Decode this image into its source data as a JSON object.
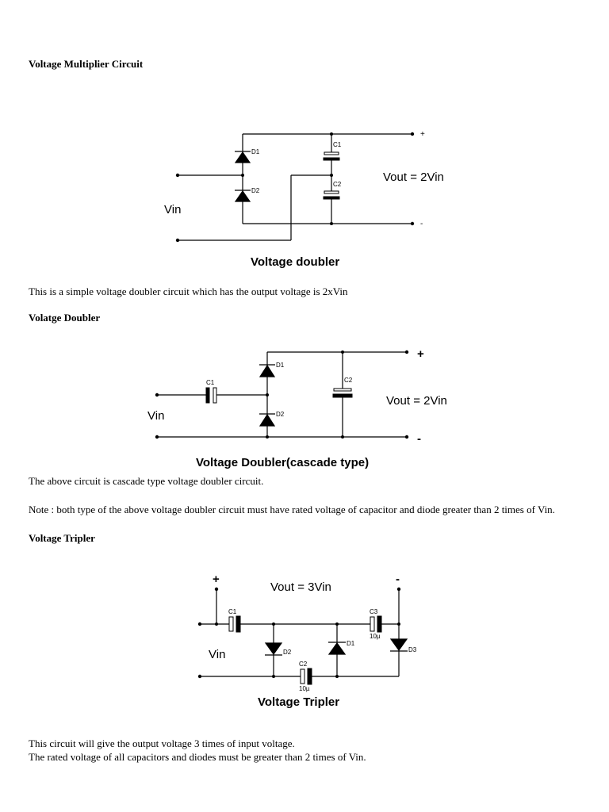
{
  "heading": "Voltage Multiplier Circuit",
  "doubler1": {
    "d1": "D1",
    "d2": "D2",
    "c1": "C1",
    "c2": "C2",
    "plus": "+",
    "minus": "-",
    "vout": "Vout = 2Vin",
    "vin": "Vin",
    "caption": "Voltage doubler"
  },
  "para1": "This is a simple voltage doubler circuit which has the output voltage is 2xVin",
  "heading2": "Volatge Doubler",
  "doubler2": {
    "c1": "C1",
    "c2": "C2",
    "d1": "D1",
    "d2": "D2",
    "plus": "+",
    "minus": "-",
    "vout": "Vout = 2Vin",
    "vin": "Vin",
    "caption": "Voltage Doubler(cascade type)"
  },
  "para2": "The above circuit is cascade type voltage doubler circuit.",
  "note": "Note : both type of the above voltage doubler circuit must have rated voltage of capacitor and diode greater than 2 times of Vin.",
  "heading3": "Voltage Tripler",
  "tripler": {
    "plus": "+",
    "minus": "-",
    "vout": "Vout = 3Vin",
    "vin": "Vin",
    "c1": "C1",
    "c2": "C2",
    "c3": "C3",
    "c2_val": "10µ",
    "c3_val": "10µ",
    "d1": "D1",
    "d2": "D2",
    "d3": "D3",
    "caption": "Voltage Tripler"
  },
  "para3": "This circuit will give the output voltage 3 times of input voltage.",
  "para4": "The rated voltage of all capacitors and diodes must be greater than 2 times of Vin."
}
